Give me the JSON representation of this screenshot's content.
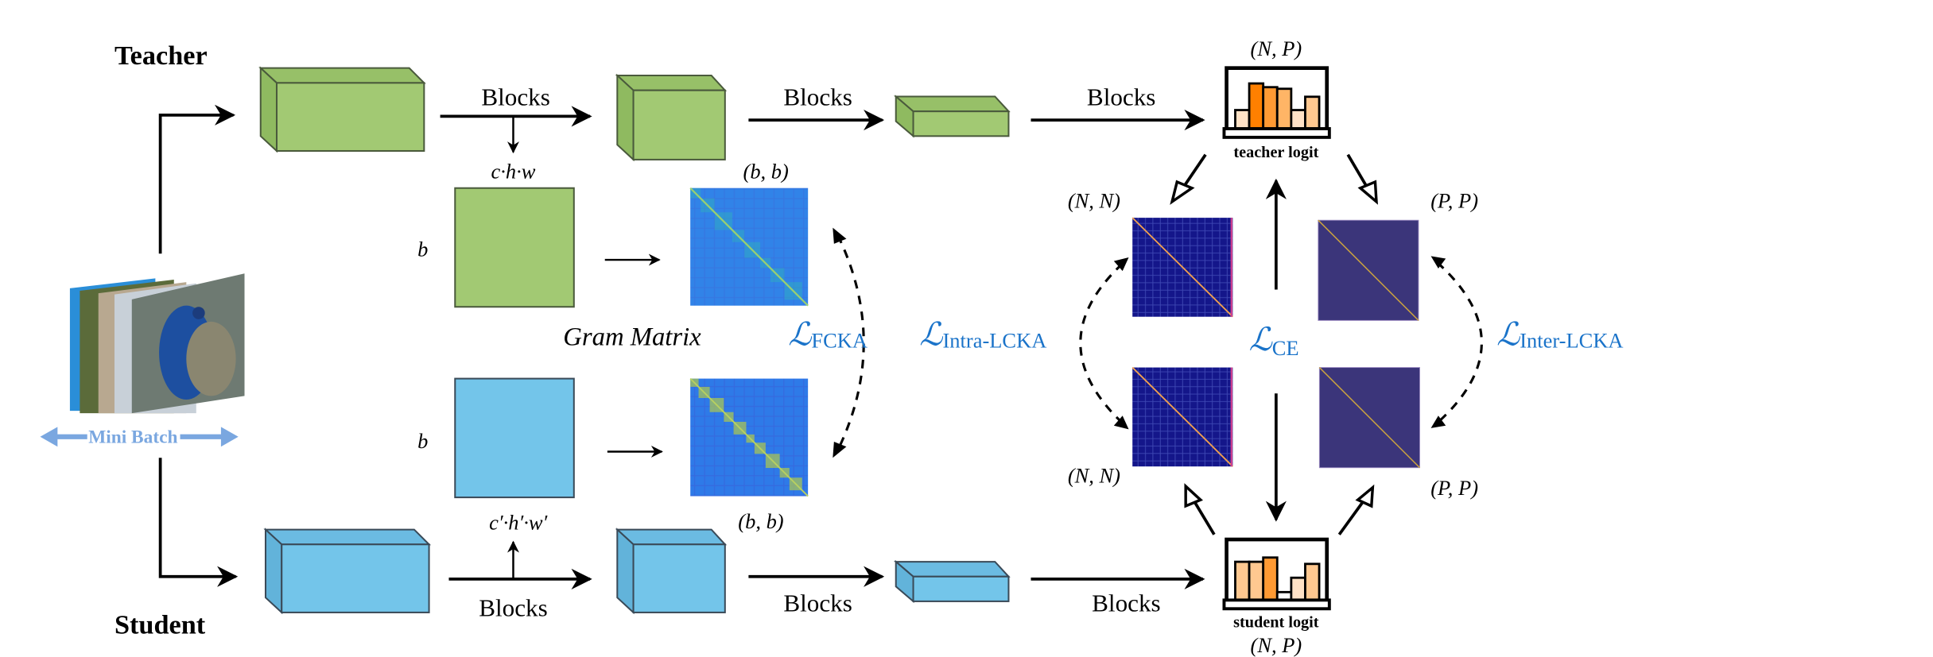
{
  "labels": {
    "teacher": "Teacher",
    "student": "Student",
    "blocks": "Blocks",
    "mini_batch": "Mini Batch",
    "gram_matrix": "Gram Matrix",
    "teacher_flat_dims": "c·h·w",
    "student_flat_dims": "c′·h′·w′",
    "batch_dim": "b",
    "gram_shape": "(b, b)",
    "logit_shape": "(N, P)",
    "intra_shape": "(N, N)",
    "inter_shape": "(P, P)",
    "teacher_logit": "teacher logit",
    "student_logit": "student logit"
  },
  "losses": {
    "symbol": "ℒ",
    "fcka": "FCKA",
    "intra_lcka": "Intra-LCKA",
    "ce": "CE",
    "inter_lcka": "Inter-LCKA"
  },
  "colors": {
    "teacher_feature": "#a2c973",
    "student_feature": "#73c5ea",
    "loss_text": "#1a73c9",
    "mini_batch_arrow": "#7aa7e0",
    "intra_matrix_bg": "#14168a",
    "inter_matrix_bg": "#3b357a",
    "gram_matrix_bg": "#2e7ae8"
  },
  "logit_bars": {
    "teacher": [
      0.35,
      0.85,
      0.78,
      0.75,
      0.35,
      0.6
    ],
    "student": [
      0.72,
      0.72,
      0.8,
      0.15,
      0.42,
      0.68
    ],
    "teacher_colors": [
      "#ffe2c6",
      "#ff8000",
      "#ff9a33",
      "#ffb566",
      "#ffe2c6",
      "#ffc890"
    ],
    "student_colors": [
      "#ffc890",
      "#ffc890",
      "#ff9a33",
      "#ffffff",
      "#ffe2c6",
      "#ffc890"
    ]
  }
}
